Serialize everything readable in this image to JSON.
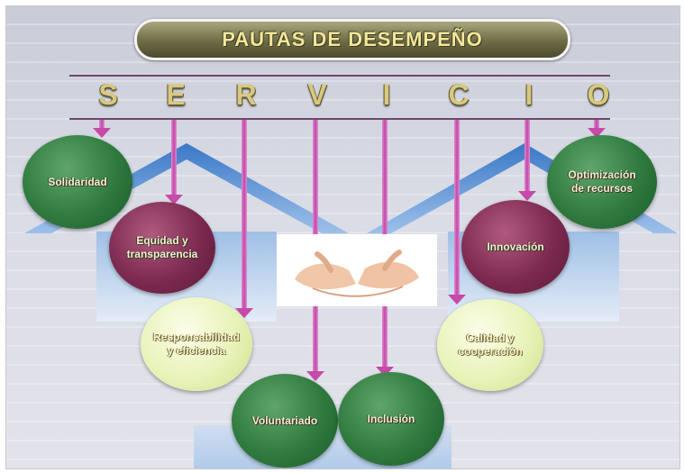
{
  "title": "PAUTAS DE DESEMPEÑO",
  "word_letters": [
    "S",
    "E",
    "R",
    "V",
    "I",
    "C",
    "I",
    "O"
  ],
  "values": [
    {
      "label": "Solidaridad",
      "color": "green"
    },
    {
      "label": "Equidad y\ntransparencia",
      "color": "maroon"
    },
    {
      "label": "Responsabilidad\ny eficiencia",
      "color": "light"
    },
    {
      "label": "Voluntariado",
      "color": "green"
    },
    {
      "label": "Inclusión",
      "color": "green"
    },
    {
      "label": "Calidad y\ncooperación",
      "color": "light"
    },
    {
      "label": "Innovación",
      "color": "maroon"
    },
    {
      "label": "Optimización\nde recursos",
      "color": "green"
    }
  ],
  "colors": {
    "title_pill": "#6e6b45",
    "title_text": "#f3e79a",
    "letters": "#d8c880",
    "arrows": "#c64aa8",
    "green_circle": "#2f7a3e",
    "maroon_circle": "#7d2a50",
    "light_circle": "#e8f3b9",
    "house_blue": "#3f7ec9"
  },
  "image_icon": "cupped-hands-icon"
}
